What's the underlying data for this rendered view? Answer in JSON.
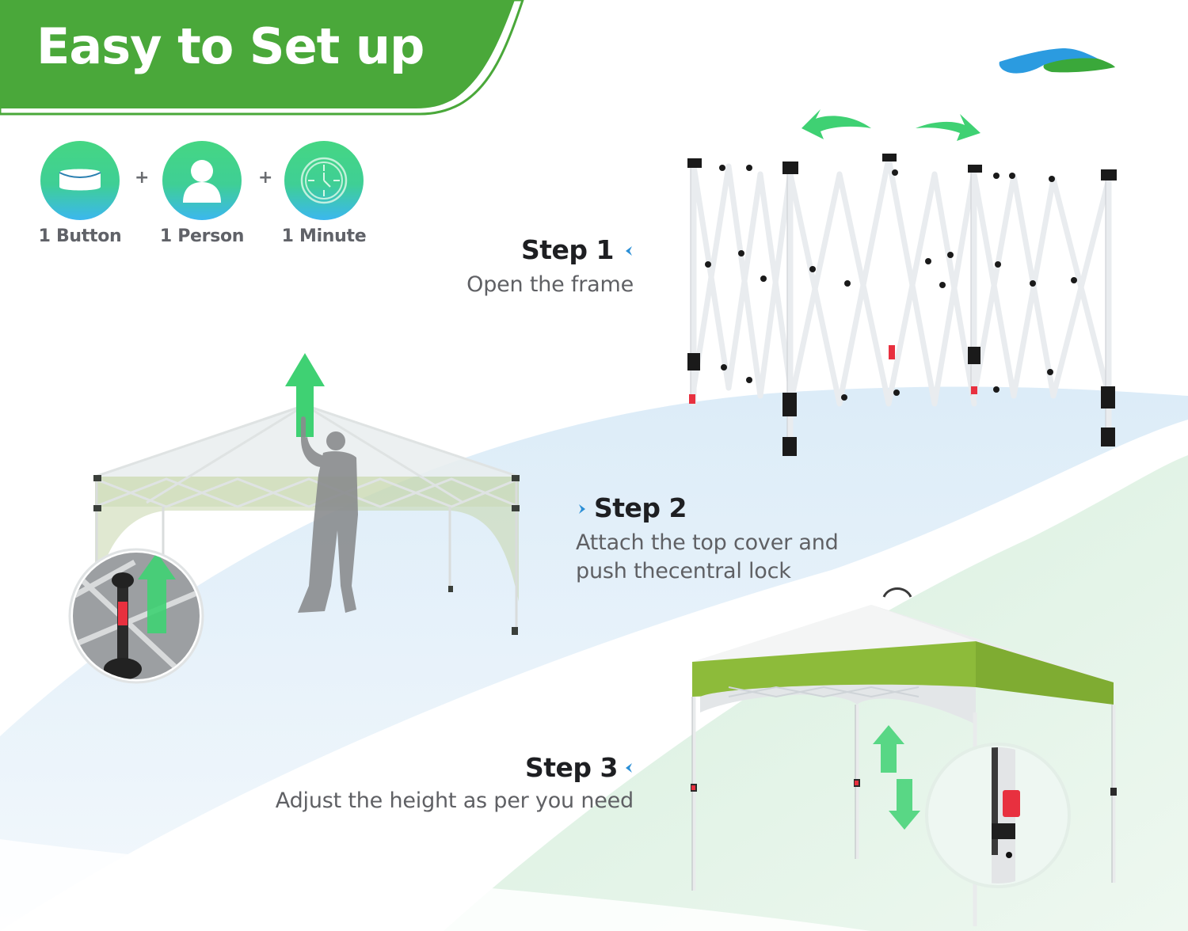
{
  "banner": {
    "title": "Easy to Set up",
    "color": "#4aa83a"
  },
  "brand_logo": {
    "icon": "brand-logo-icon",
    "colors": [
      "#2b9be0",
      "#3aa83a"
    ]
  },
  "features": [
    {
      "icon": "button-icon",
      "label": "1 Button"
    },
    {
      "icon": "person-icon",
      "label": "1 Person"
    },
    {
      "icon": "clock-icon",
      "label": "1 Minute"
    }
  ],
  "plus_sign": "+",
  "steps": [
    {
      "title": "Step 1",
      "description_lines": [
        "Open the frame"
      ],
      "pointer": "caret-left-icon"
    },
    {
      "title": "Step 2",
      "description_lines": [
        "Attach the top cover and",
        "push thecentral lock"
      ],
      "pointer": "caret-right-icon"
    },
    {
      "title": "Step 3",
      "description_lines": [
        "Adjust the height as per you need"
      ],
      "pointer": "caret-left-icon"
    }
  ],
  "colors": {
    "accent_green": "#4aa83a",
    "arrow_green": "#3fd173",
    "pointer_blue": "#2b8fd6",
    "canopy_green": "#8dbb3a",
    "lock_red": "#e8303f",
    "title_text": "#1e1f22",
    "body_text": "#5f6064"
  }
}
